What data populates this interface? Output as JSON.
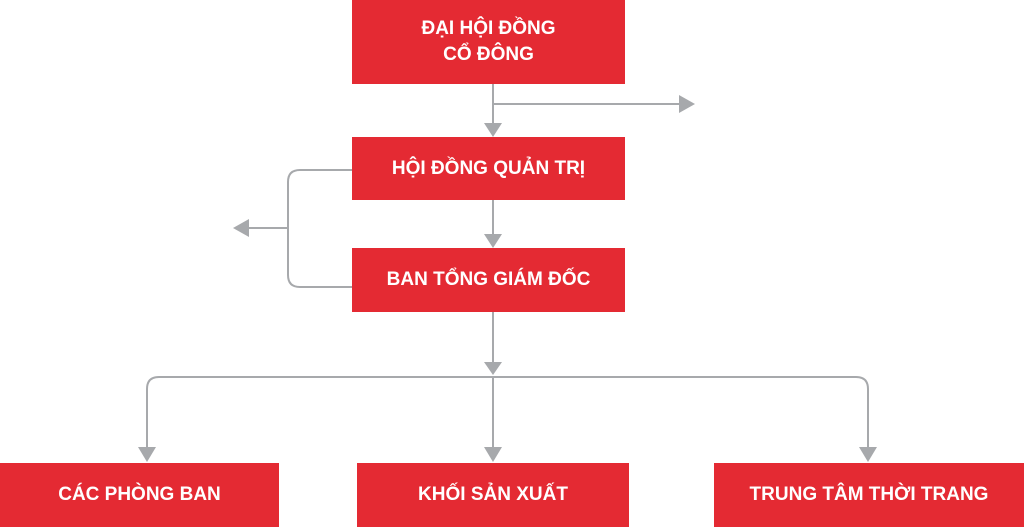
{
  "diagram": {
    "type": "org-chart",
    "colors": {
      "box_fill": "#e42a33",
      "box_text": "#ffffff",
      "connector": "#a7a9ac"
    },
    "nodes": {
      "shareholders": {
        "line1": "ĐẠI HỘI ĐỒNG",
        "line2": "CỔ ĐÔNG"
      },
      "board": {
        "label": "HỘI ĐỒNG QUẢN TRỊ"
      },
      "management": {
        "label": "BAN TỔNG GIÁM ĐỐC"
      },
      "departments": {
        "label": "CÁC PHÒNG BAN"
      },
      "production": {
        "label": "KHỐI SẢN XUẤT"
      },
      "fashion_center": {
        "label": "TRUNG TÂM THỜI TRANG"
      }
    },
    "edges": [
      {
        "from": "shareholders",
        "to": "board"
      },
      {
        "from": "board",
        "to": "management"
      },
      {
        "from": "management",
        "to": "departments"
      },
      {
        "from": "management",
        "to": "production"
      },
      {
        "from": "management",
        "to": "fashion_center"
      }
    ]
  }
}
